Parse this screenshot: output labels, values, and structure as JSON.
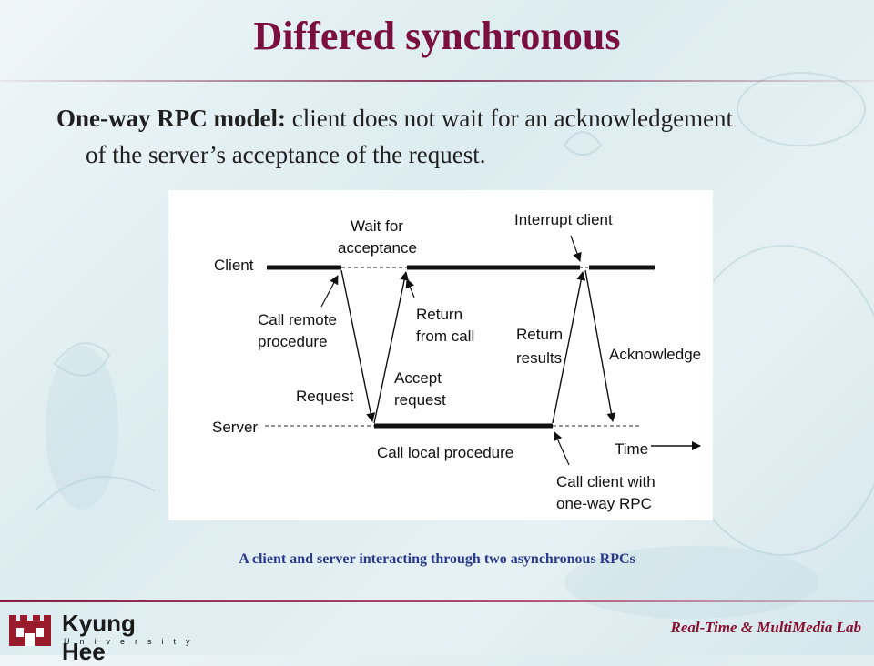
{
  "slide": {
    "title": "Differed synchronous",
    "bullet_lead": "One-way RPC model:",
    "bullet_text_1": " client does not wait for an acknowledgement",
    "bullet_text_2": "of the server’s acceptance of the request."
  },
  "diagram": {
    "client_label": "Client",
    "server_label": "Server",
    "wait_label_1": "Wait for",
    "wait_label_2": "acceptance",
    "interrupt_label": "Interrupt client",
    "call_remote_1": "Call remote",
    "call_remote_2": "procedure",
    "return_call_1": "Return",
    "return_call_2": "from call",
    "return_results_1": "Return",
    "return_results_2": "results",
    "acknowledge_label": "Acknowledge",
    "request_label": "Request",
    "accept_1": "Accept",
    "accept_2": "request",
    "call_local_label": "Call local procedure",
    "time_label": "Time",
    "call_client_1": "Call client with",
    "call_client_2": "one-way RPC"
  },
  "caption": "A client and server interacting through two asynchronous RPCs",
  "footer": {
    "logo_name": "Kyung Hee",
    "logo_sub": "University",
    "lab": "Real-Time & MultiMedia Lab"
  },
  "colors": {
    "title": "#7a1040",
    "caption": "#2a3a8a",
    "lab": "#8a1030",
    "footer_rule": "#8a1e45"
  }
}
